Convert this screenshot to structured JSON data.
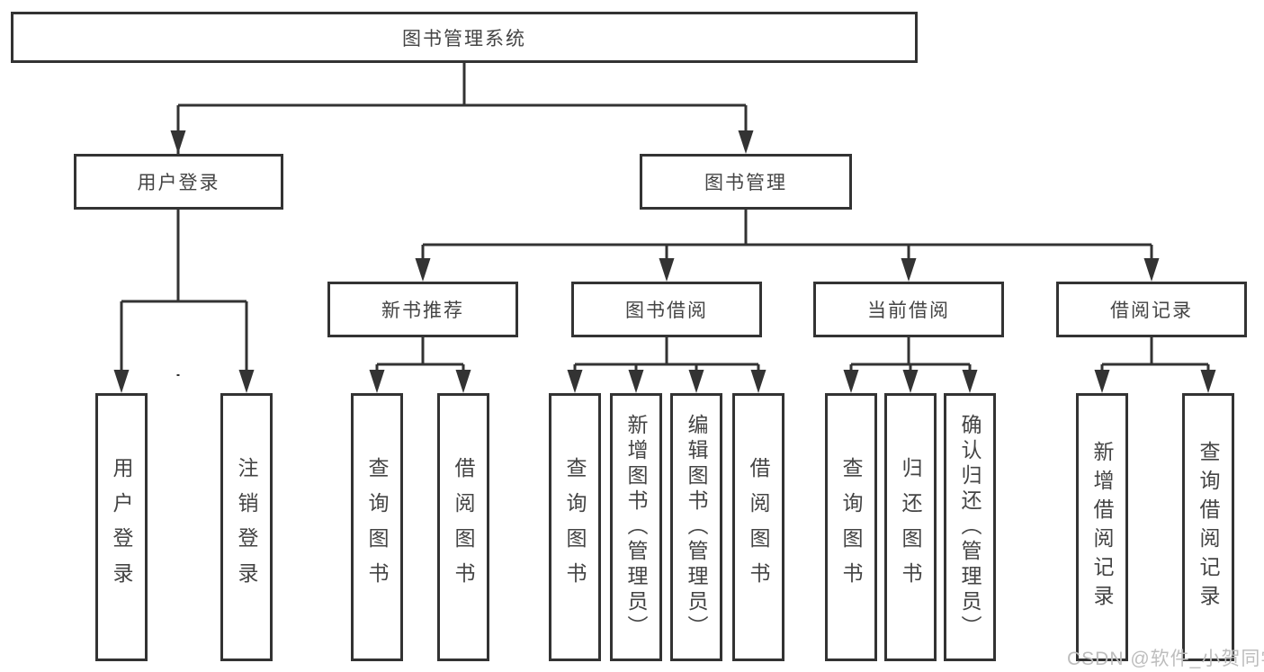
{
  "colors": {
    "line": "#333333",
    "box_border": "#333333",
    "text": "#444444",
    "watermark_color": "#bdbdbd"
  },
  "watermark": "CSDN @软件_小贺同学",
  "tree": {
    "label": "图书管理系统",
    "children": [
      {
        "label": "用户登录",
        "children": [
          {
            "label": "用户登录"
          },
          {
            "label": "注销登录"
          }
        ]
      },
      {
        "label": "图书管理",
        "children": [
          {
            "label": "新书推荐",
            "children": [
              {
                "label": "查询图书"
              },
              {
                "label": "借阅图书"
              }
            ]
          },
          {
            "label": "图书借阅",
            "children": [
              {
                "label": "查询图书"
              },
              {
                "label": "新增图书（管理员）"
              },
              {
                "label": "编辑图书（管理员）"
              },
              {
                "label": "借阅图书"
              }
            ]
          },
          {
            "label": "当前借阅",
            "children": [
              {
                "label": "查询图书"
              },
              {
                "label": "归还图书"
              },
              {
                "label": "确认归还（管理员）"
              }
            ]
          },
          {
            "label": "借阅记录",
            "children": [
              {
                "label": "新增借阅记录"
              },
              {
                "label": "查询借阅记录"
              }
            ]
          }
        ]
      }
    ]
  }
}
